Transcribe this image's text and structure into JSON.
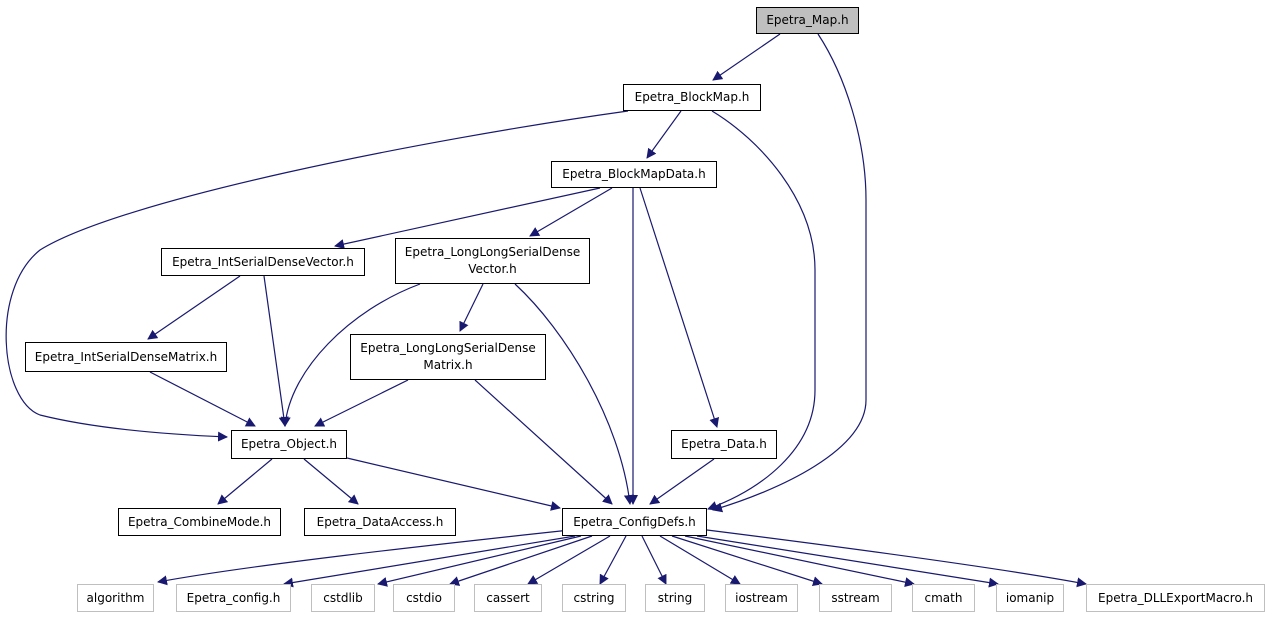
{
  "graph": {
    "nodes": [
      {
        "id": "map",
        "label": "Epetra_Map.h",
        "kind": "root"
      },
      {
        "id": "blockmap",
        "label": "Epetra_BlockMap.h",
        "kind": "file"
      },
      {
        "id": "blockmapdata",
        "label": "Epetra_BlockMapData.h",
        "kind": "file"
      },
      {
        "id": "intvec",
        "label": "Epetra_IntSerialDenseVector.h",
        "kind": "file"
      },
      {
        "id": "llvec",
        "label": "Epetra_LongLongSerialDense Vector.h",
        "line1": "Epetra_LongLongSerialDense",
        "line2": "Vector.h",
        "kind": "file"
      },
      {
        "id": "intmat",
        "label": "Epetra_IntSerialDenseMatrix.h",
        "kind": "file"
      },
      {
        "id": "llmat",
        "label": "Epetra_LongLongSerialDense Matrix.h",
        "line1": "Epetra_LongLongSerialDense",
        "line2": "Matrix.h",
        "kind": "file"
      },
      {
        "id": "object",
        "label": "Epetra_Object.h",
        "kind": "file"
      },
      {
        "id": "data",
        "label": "Epetra_Data.h",
        "kind": "file"
      },
      {
        "id": "combinemode",
        "label": "Epetra_CombineMode.h",
        "kind": "file"
      },
      {
        "id": "dataaccess",
        "label": "Epetra_DataAccess.h",
        "kind": "file"
      },
      {
        "id": "configdefs",
        "label": "Epetra_ConfigDefs.h",
        "kind": "file"
      },
      {
        "id": "algorithm",
        "label": "algorithm",
        "kind": "external"
      },
      {
        "id": "config",
        "label": "Epetra_config.h",
        "kind": "external"
      },
      {
        "id": "cstdlib",
        "label": "cstdlib",
        "kind": "external"
      },
      {
        "id": "cstdio",
        "label": "cstdio",
        "kind": "external"
      },
      {
        "id": "cassert",
        "label": "cassert",
        "kind": "external"
      },
      {
        "id": "cstring",
        "label": "cstring",
        "kind": "external"
      },
      {
        "id": "string",
        "label": "string",
        "kind": "external"
      },
      {
        "id": "iostream",
        "label": "iostream",
        "kind": "external"
      },
      {
        "id": "sstream",
        "label": "sstream",
        "kind": "external"
      },
      {
        "id": "cmath",
        "label": "cmath",
        "kind": "external"
      },
      {
        "id": "iomanip",
        "label": "iomanip",
        "kind": "external"
      },
      {
        "id": "dllexport",
        "label": "Epetra_DLLExportMacro.h",
        "kind": "external"
      }
    ],
    "edges": [
      [
        "map",
        "blockmap"
      ],
      [
        "map",
        "configdefs"
      ],
      [
        "blockmap",
        "blockmapdata"
      ],
      [
        "blockmap",
        "object"
      ],
      [
        "blockmap",
        "configdefs"
      ],
      [
        "blockmapdata",
        "intvec"
      ],
      [
        "blockmapdata",
        "llvec"
      ],
      [
        "blockmapdata",
        "configdefs"
      ],
      [
        "blockmapdata",
        "data"
      ],
      [
        "intvec",
        "intmat"
      ],
      [
        "intvec",
        "object"
      ],
      [
        "llvec",
        "llmat"
      ],
      [
        "llvec",
        "object"
      ],
      [
        "llvec",
        "configdefs"
      ],
      [
        "intmat",
        "object"
      ],
      [
        "llmat",
        "object"
      ],
      [
        "llmat",
        "configdefs"
      ],
      [
        "object",
        "combinemode"
      ],
      [
        "object",
        "dataaccess"
      ],
      [
        "object",
        "configdefs"
      ],
      [
        "data",
        "configdefs"
      ],
      [
        "configdefs",
        "algorithm"
      ],
      [
        "configdefs",
        "config"
      ],
      [
        "configdefs",
        "cstdlib"
      ],
      [
        "configdefs",
        "cstdio"
      ],
      [
        "configdefs",
        "cassert"
      ],
      [
        "configdefs",
        "cstring"
      ],
      [
        "configdefs",
        "string"
      ],
      [
        "configdefs",
        "iostream"
      ],
      [
        "configdefs",
        "sstream"
      ],
      [
        "configdefs",
        "cmath"
      ],
      [
        "configdefs",
        "iomanip"
      ],
      [
        "configdefs",
        "dllexport"
      ]
    ],
    "colors": {
      "edge": "#191970",
      "node_border": "#000000",
      "external_border": "#bfbfbf",
      "root_fill": "#bfbfbf"
    }
  }
}
